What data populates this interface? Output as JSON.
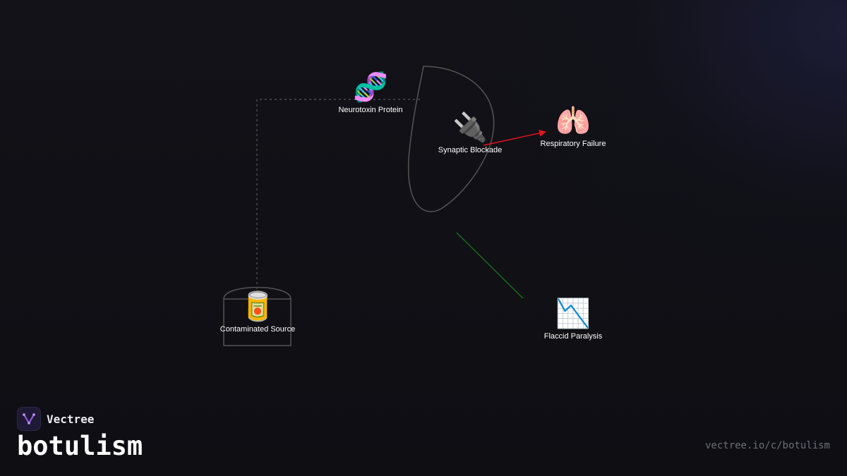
{
  "brand": {
    "name": "Vectree",
    "topic": "botulism",
    "url": "vectree.io/c/botulism"
  },
  "nodes": [
    {
      "id": "neurotoxin",
      "label": "Neurotoxin Protein",
      "icon": "dna-icon",
      "emoji": "🧬"
    },
    {
      "id": "synaptic",
      "label": "Synaptic Blockade",
      "icon": "plug-icon",
      "emoji": "🔌"
    },
    {
      "id": "respiratory",
      "label": "Respiratory Failure",
      "icon": "lungs-icon",
      "emoji": "🫁"
    },
    {
      "id": "source",
      "label": "Contaminated Source",
      "icon": "canned-food-icon",
      "emoji": "🥫"
    },
    {
      "id": "paralysis",
      "label": "Flaccid Paralysis",
      "icon": "chart-decreasing-icon",
      "emoji": "📉"
    }
  ],
  "colors": {
    "background": "#111117",
    "edge_red": "#e0141c",
    "edge_green": "#1a6b1f",
    "edge_gray": "#555555",
    "logo_accent": "#9b5de5"
  }
}
